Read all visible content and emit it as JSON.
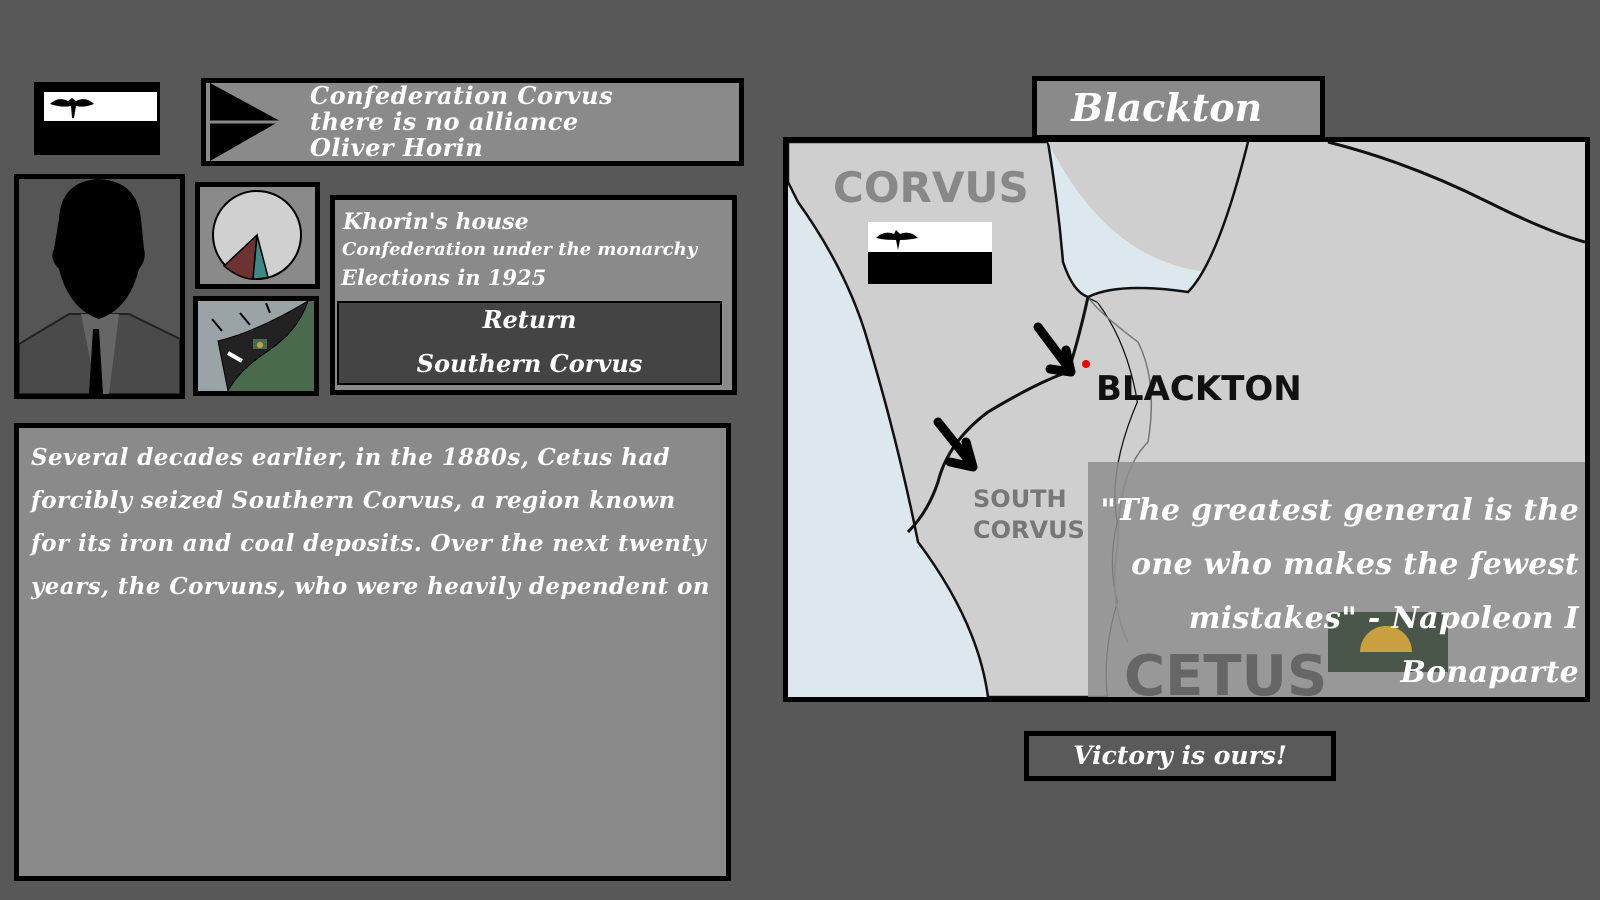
{
  "country": {
    "name": "Confederation Corvus",
    "alliance": "there is no alliance",
    "leader": "Oliver Horin",
    "flag_icon": "crow-flag-icon"
  },
  "government": {
    "house": "Khorin's house",
    "type": "Confederation under the monarchy",
    "elections": "Elections in 1925"
  },
  "mission_button": {
    "label": "Return",
    "region": "Southern Corvus"
  },
  "story": {
    "text": "Several decades earlier, in the 1880s, Cetus had forcibly seized Southern Corvus, a region known for its iron and coal deposits. Over the next twenty years, the Corvuns, who were heavily dependent on"
  },
  "location": {
    "title": "Blackton",
    "map_labels": {
      "corvus": "CORVUS",
      "blackton": "BLACKTON",
      "south": "SOUTH",
      "corvus2": "CORVUS",
      "cetus": "CETUS"
    }
  },
  "quote": "\"The greatest general is the one who makes the fewest mistakes\" - Napoleon I Bonaparte",
  "victory_button": "Victory is ours!",
  "colors": {
    "background": "#585858",
    "panel": "#8a8a8a",
    "button_dark": "#444444",
    "sea": "#dde8ee",
    "land": "#cfcfcf",
    "pie_red": "#6e3232",
    "pie_teal": "#3a8a86"
  }
}
